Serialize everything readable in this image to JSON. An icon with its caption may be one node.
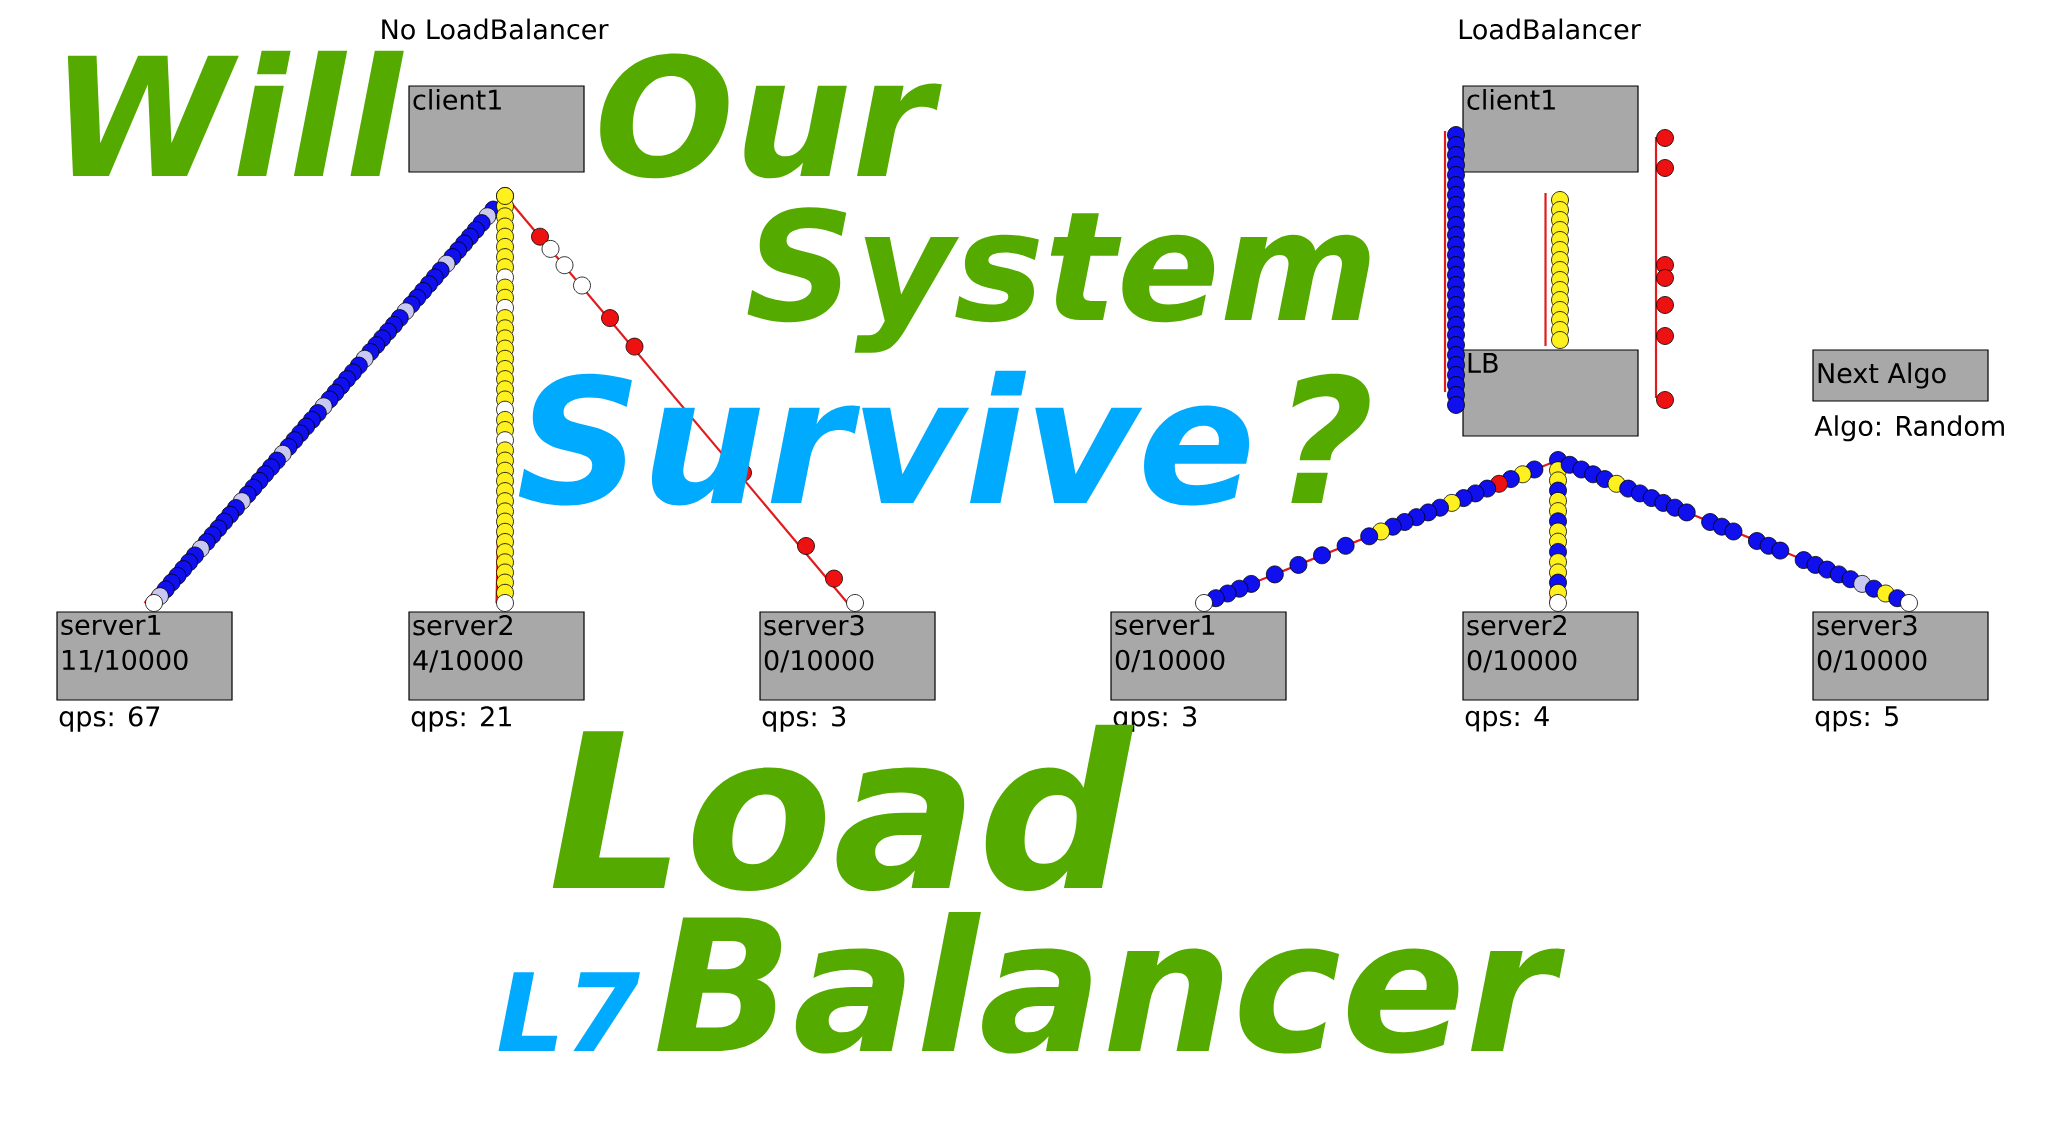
{
  "diagram": {
    "nodes": [
      {
        "text": [
          "client1"
        ]
      },
      {
        "text": [
          "server1",
          "11/10000"
        ],
        "beside": [
          "qps: 67"
        ]
      },
      {
        "text": [
          "server2",
          "4/10000"
        ],
        "beside": [
          "qps: 21"
        ]
      },
      {
        "text": [
          "server3",
          "0/10000"
        ],
        "beside": [
          "qps: 3"
        ]
      },
      {
        "text": [
          "client1"
        ]
      },
      {
        "text": [
          "LB"
        ]
      },
      {
        "text": [
          "Next Algo"
        ],
        "beside": [
          "Algo: Random"
        ]
      },
      {
        "text": [
          "server1",
          "0/10000"
        ],
        "beside": [
          "qps: 3"
        ]
      },
      {
        "text": [
          "server2",
          "0/10000"
        ],
        "beside": [
          "qps: 4"
        ]
      },
      {
        "text": [
          "server3",
          "0/10000"
        ],
        "beside": [
          "qps: 5"
        ]
      }
    ],
    "edges": [
      {
        "from": 0,
        "to": 1,
        "arrow": "none"
      },
      {
        "from": 0,
        "to": 2,
        "arrow": "none"
      },
      {
        "from": 0,
        "to": 3,
        "arrow": "none"
      },
      {
        "from": 4,
        "to": 5,
        "arrow": "none"
      },
      {
        "from": 4,
        "to": 5,
        "arrow": "none"
      },
      {
        "from": 4,
        "to": 5,
        "arrow": "none"
      },
      {
        "from": 5,
        "to": 7,
        "arrow": "none"
      },
      {
        "from": 5,
        "to": 8,
        "arrow": "none"
      },
      {
        "from": 5,
        "to": 9,
        "arrow": "none"
      }
    ],
    "labels": [
      "No LoadBalancer",
      "LoadBalancer",
      "Will",
      "Our",
      "System",
      "Survive",
      "?",
      "Load",
      "L7",
      "Balancer"
    ]
  }
}
